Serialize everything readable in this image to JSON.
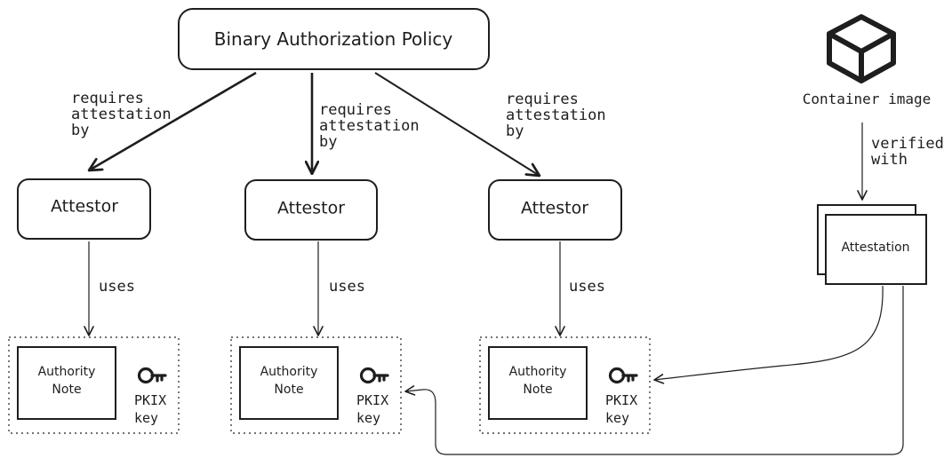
{
  "policy": {
    "label": "Binary Authorization Policy"
  },
  "attestors": [
    {
      "label": "Attestor",
      "edge_label": "requires\nattestation\nby",
      "uses_label": "uses"
    },
    {
      "label": "Attestor",
      "edge_label": "requires\nattestation\nby",
      "uses_label": "uses"
    },
    {
      "label": "Attestor",
      "edge_label": "requires\nattestation\nby",
      "uses_label": "uses"
    }
  ],
  "authority_groups": [
    {
      "note_label": "Authority\nNote",
      "key_label": "PKIX\nkey",
      "key_icon": "key-icon"
    },
    {
      "note_label": "Authority\nNote",
      "key_label": "PKIX\nkey",
      "key_icon": "key-icon"
    },
    {
      "note_label": "Authority\nNote",
      "key_label": "PKIX\nkey",
      "key_icon": "key-icon"
    }
  ],
  "container": {
    "label": "Container image",
    "icon": "cube-icon"
  },
  "verification": {
    "edge_label": "verified\nwith"
  },
  "attestation": {
    "label": "Attestation"
  },
  "colors": {
    "stroke": "#1e1e1e",
    "background": "#ffffff"
  }
}
